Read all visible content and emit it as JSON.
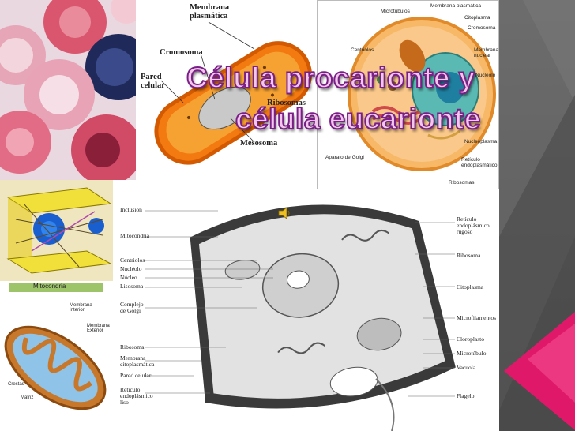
{
  "slide": {
    "title_line1": "Célula procarionte y",
    "title_line2": "célula eucarionte"
  },
  "prokaryote": {
    "membrana": "Membrana\nplasmática",
    "cromosoma": "Cromosoma",
    "pared": "Pared\ncelular",
    "ribosomas": "Ribosomas",
    "mesosoma": "Mesosoma"
  },
  "eukaryote_top": {
    "microtubulos": "Microtúbulos",
    "membrana_plasmatica": "Membrana plasmática",
    "citoplasma": "Citoplasma",
    "cromosoma": "Cromosoma",
    "centriolos": "Centriolos",
    "membrana_nuclear": "Membrana\nnuclear",
    "nucleolo": "Nucleolo",
    "nucleoplasma": "Nucleoplasma",
    "golgi": "Aparato de Golgi",
    "reticulo": "Retículo\nendoplasmático rugoso",
    "ribosomas": "Ribosomas"
  },
  "mitocondria": {
    "title": "Mitocondria",
    "membrana_interior": "Membrana\nInterior",
    "membrana_exterior": "Membrana\nExterior",
    "crestas": "Crestas",
    "matriz": "Matriz"
  },
  "plant_cell": {
    "left": {
      "inclusion": "Inclusión",
      "mitocondria": "Mitocondria",
      "centriolos": "Centriolos",
      "nucleolo": "Nucléolo",
      "nucleo": "Núcleo",
      "lisosoma": "Lisosoma",
      "golgi": "Complejo\nde Golgi",
      "ribosoma": "Ribosoma",
      "membrana": "Membrana\ncitoplasmática",
      "pared": "Pared celular",
      "reticulo_liso": "Retículo\nendoplásmico\nliso"
    },
    "right": {
      "reticulo_rugoso": "Retículo\nendoplásmico\nrugoso",
      "ribosoma": "Ribosoma",
      "citoplasma": "Citoplasma",
      "microfilamentos": "Microfilamentos",
      "cloroplasto": "Cloroplasto",
      "microtubulo": "Microtúbulo",
      "vacuola": "Vacuola",
      "flagelo": "Flagelo"
    }
  },
  "colors": {
    "title_fill": "#f2c8ea",
    "title_stroke": "#7a1f88",
    "accent_magenta": "#e0186a",
    "strip_gray": "#5a5a5a"
  }
}
